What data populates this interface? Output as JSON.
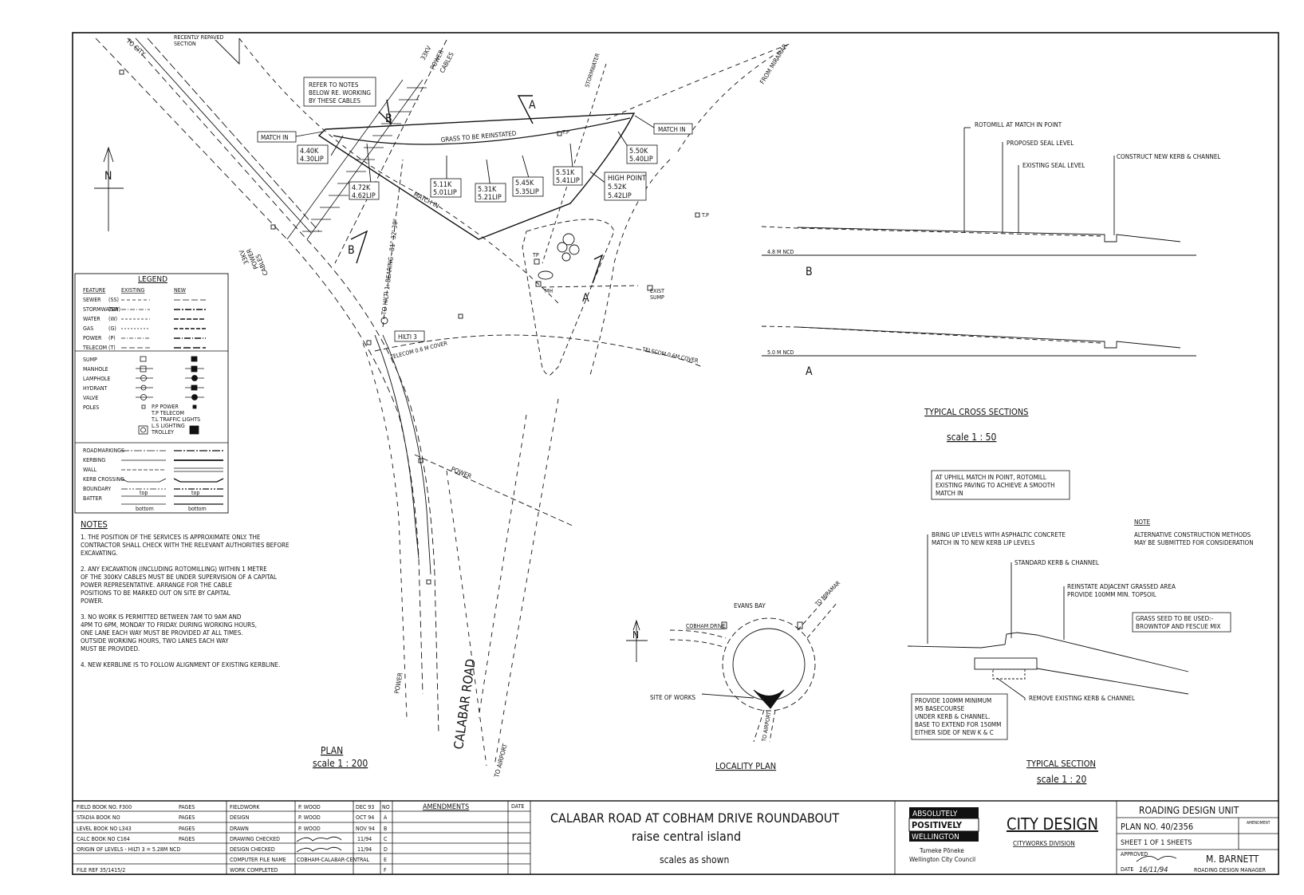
{
  "plan": {
    "labels": {
      "to_city": "TO CITY",
      "recently_repaved": "RECENTLY REPAVED",
      "section": "SECTION",
      "kv33_top": "33KV",
      "power_top": "POWER",
      "cables_top": "CABLES",
      "stormwater": "STORMWATER",
      "from_miramar": "FROM MIRAMAR",
      "refer1": "REFER TO NOTES",
      "refer2": "BELOW RE. WORKING",
      "refer3": "BY THESE CABLES",
      "match_in_left": "MATCH IN",
      "match_in_right": "MATCH IN",
      "match_in_curve": "MATCH IN",
      "grass": "GRASS TO BE REINSTATED",
      "tp": "T.P",
      "tp2": "T.P",
      "tp3": "TP",
      "mh": "MH",
      "kv33_bottom": "33KV",
      "power_bottom": "POWER",
      "cables_bottom": "CABLES",
      "bearing": "TO HILTI 1: BEARING - 81° 32' 30\"",
      "hilti3": "HILTI 3",
      "telecom_left": "TELECOM 0.6 M COVER",
      "telecom_right": "TELECOM 0.6M COVER",
      "exist_sump1": "EXIST",
      "exist_sump2": "SUMP",
      "power_mid": "POWER",
      "power_low": "POWER",
      "road": "CALABAR ROAD",
      "to_airport": "TO AIRPORT",
      "section_a": "A",
      "section_b": "B",
      "north": "N",
      "title": "PLAN",
      "scale": "scale  1 : 200"
    },
    "levels": [
      {
        "k": "4.40K",
        "lip": "4.30LIP"
      },
      {
        "k": "4.72K",
        "lip": "4.62LIP"
      },
      {
        "k": "5.11K",
        "lip": "5.01LIP"
      },
      {
        "k": "5.31K",
        "lip": "5.21LIP"
      },
      {
        "k": "5.45K",
        "lip": "5.35LIP"
      },
      {
        "k": "5.51K",
        "lip": "5.41LIP"
      },
      {
        "k": "5.50K",
        "lip": "5.40LIP"
      }
    ],
    "high_point": {
      "title": "HIGH POINT",
      "k": "5.52K",
      "lip": "5.42LIP"
    }
  },
  "legend": {
    "title": "LEGEND",
    "col_feature": "FEATURE",
    "col_existing": "EXISTING",
    "col_new": "NEW",
    "rows": [
      {
        "name": "SEWER",
        "code": "(SS)"
      },
      {
        "name": "STORMWATER",
        "code": "(SW)"
      },
      {
        "name": "WATER",
        "code": "(W)"
      },
      {
        "name": "GAS",
        "code": "(G)"
      },
      {
        "name": "POWER",
        "code": "(P)"
      },
      {
        "name": "TELECOM",
        "code": "(T)"
      }
    ],
    "symbols": [
      "SUMP",
      "MANHOLE",
      "LAMPHOLE",
      "HYDRANT",
      "VALVE",
      "POLES"
    ],
    "pole_types": [
      "P.P POWER",
      "T.P TELECOM",
      "T.L TRAFFIC LIGHTS",
      "L.S LIGHTING",
      "TROLLEY"
    ],
    "lines": [
      "ROADMARKINGS",
      "KERBING",
      "WALL",
      "KERB CROSSING",
      "BOUNDARY",
      "BATTER"
    ],
    "top": "top",
    "bottom": "bottom"
  },
  "notes": {
    "title": "NOTES",
    "n1": [
      "1.  THE POSITION OF THE SERVICES IS APPROXIMATE ONLY.  THE",
      "CONTRACTOR SHALL CHECK WITH THE RELEVANT AUTHORITIES BEFORE",
      "EXCAVATING."
    ],
    "n2": [
      "2.  ANY EXCAVATION (INCLUDING ROTOMILLING) WITHIN 1 METRE",
      "OF THE 300KV CABLES MUST BE UNDER SUPERVISION OF A CAPITAL",
      "POWER REPRESENTATIVE.  ARRANGE FOR THE CABLE",
      "POSITIONS TO BE MARKED OUT ON SITE BY CAPITAL",
      "POWER."
    ],
    "n3": [
      "3.  NO WORK IS PERMITTED BETWEEN 7AM TO 9AM AND",
      "4PM TO 6PM, MONDAY TO FRIDAY.  DURING WORKING HOURS,",
      "ONE LANE EACH WAY MUST BE PROVIDED AT ALL TIMES.",
      "OUTSIDE WORKING HOURS, TWO LANES EACH WAY",
      "MUST BE PROVIDED."
    ],
    "n4": [
      "4.  NEW KERBLINE IS TO FOLLOW ALIGNMENT OF EXISTING KERBLINE."
    ]
  },
  "cross_sections": {
    "rotomill": "ROTOMILL AT MATCH IN POINT",
    "proposed": "PROPOSED SEAL LEVEL",
    "existing": "EXISTING SEAL LEVEL",
    "construct": "CONSTRUCT NEW KERB & CHANNEL",
    "datum_b": "4.8 M NCD",
    "datum_a": "5.0 M NCD",
    "label_b": "B",
    "label_a": "A",
    "title": "TYPICAL CROSS SECTIONS",
    "scale": "scale  1 : 50",
    "uphill": [
      "AT UPHILL MATCH IN POINT, ROTOMILL",
      "EXISTING PAVING TO ACHIEVE A SMOOTH",
      "MATCH IN"
    ]
  },
  "typical_section": {
    "note_title": "NOTE",
    "note": [
      "ALTERNATIVE CONSTRUCTION METHODS",
      "MAY BE SUBMITTED FOR CONSIDERATION"
    ],
    "bring_up": [
      "BRING UP LEVELS WITH ASPHALTIC CONCRETE",
      "MATCH IN TO NEW KERB LIP LEVELS"
    ],
    "standard": "STANDARD KERB & CHANNEL",
    "reinstate": [
      "REINSTATE ADJACENT GRASSED AREA",
      "PROVIDE 100MM MIN. TOPSOIL"
    ],
    "grass_seed": [
      "GRASS SEED TO BE USED:-",
      "BROWNTOP AND FESCUE MIX"
    ],
    "remove": "REMOVE EXISTING KERB & CHANNEL",
    "provide": [
      "PROVIDE 100MM MINIMUM",
      "M5 BASECOURSE",
      "UNDER KERB & CHANNEL.",
      "BASE TO EXTEND FOR 150MM",
      "EITHER SIDE OF NEW K & C"
    ],
    "title": "TYPICAL SECTION",
    "scale": "scale  1 : 20"
  },
  "locality": {
    "evans_bay": "EVANS BAY",
    "cobham": "COBHAM DRIVE",
    "to_miramar": "TO MIRAMAR",
    "to_airport": "TO AIRPORT",
    "site": "SITE OF WORKS",
    "north": "N",
    "title": "LOCALITY PLAN"
  },
  "title_block": {
    "book_rows": [
      {
        "label": "FIELD BOOK NO. F300",
        "pages": "PAGES"
      },
      {
        "label": "STADIA BOOK NO",
        "pages": "PAGES"
      },
      {
        "label": "LEVEL BOOK NO L343",
        "pages": "PAGES"
      },
      {
        "label": "CALC BOOK NO C164",
        "pages": "PAGES"
      },
      {
        "label": "ORIGIN OF LEVELS - HILTI 3 = 5.28M NCD",
        "pages": ""
      }
    ],
    "file_ref": "FILE REF  35/1415/2",
    "roles": [
      {
        "role": "FIELDWORK",
        "name": "P. WOOD",
        "date": "DEC 93",
        "no": "NO"
      },
      {
        "role": "DESIGN",
        "name": "P. WOOD",
        "date": "OCT 94",
        "no": "A"
      },
      {
        "role": "DRAWN",
        "name": "P. WOOD",
        "date": "NOV 94",
        "no": "B"
      },
      {
        "role": "DRAWING CHECKED",
        "name": "",
        "date": "11/94",
        "no": "C"
      },
      {
        "role": "DESIGN CHECKED",
        "name": "",
        "date": "11/94",
        "no": "D"
      },
      {
        "role": "COMPUTER FILE NAME",
        "name": "COBHAM-CALABAR-CENTRAL",
        "date": "",
        "no": "E"
      },
      {
        "role": "WORK COMPLETED",
        "name": "",
        "date": "",
        "no": "F"
      }
    ],
    "amendments": "AMENDMENTS",
    "date_col": "DATE",
    "title1": "CALABAR ROAD AT COBHAM DRIVE ROUNDABOUT",
    "title2": "raise central island",
    "title3": "scales as shown",
    "logo1": "ABSOLUTELY",
    "logo2": "POSITIVELY",
    "logo3": "WELLINGTON",
    "council1": "Tumeke Pōneke",
    "council2": "Wellington City Council",
    "city_design": "CITY DESIGN",
    "cityworks": "CITYWORKS  DIVISION",
    "unit": "ROADING DESIGN UNIT",
    "plan_no": "PLAN NO. 40/2356",
    "amendment": "AMENDMENT",
    "sheet": "SHEET   1  OF   1     SHEETS",
    "approved": "APPROVED",
    "approved_date": "16/11/94",
    "date_label": "DATE",
    "manager": "M. BARNETT",
    "manager_title": "ROADING DESIGN MANAGER"
  },
  "colors": {
    "ink": "#111111",
    "paper": "#ffffff"
  }
}
